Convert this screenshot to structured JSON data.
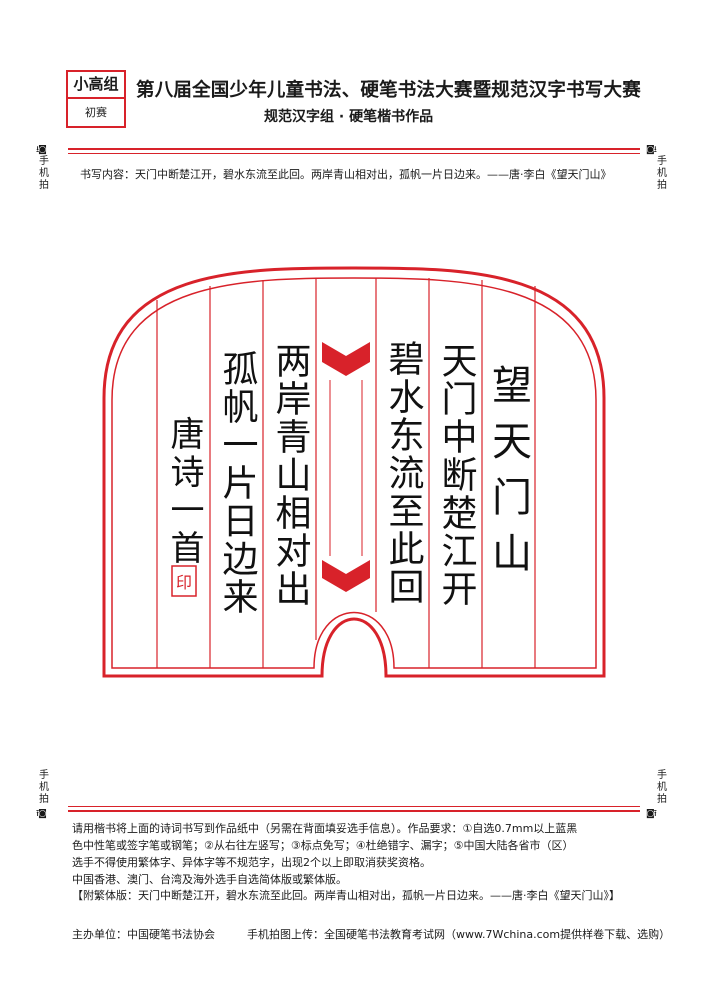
{
  "badge": {
    "group": "小高组",
    "stage": "初赛"
  },
  "header": {
    "title": "第八届全国少年儿童书法、硬笔书法大赛暨规范汉字书写大赛",
    "subtitle": "规范汉字组 · 硬笔楷书作品"
  },
  "side_markers": {
    "photo_label": "手机拍",
    "icons_top_left": "⭳◙",
    "icons_top_right": "◙⭳",
    "icons_bottom_left": "⭱◙",
    "icons_bottom_right": "◙⭱"
  },
  "content_line": "书写内容：天门中断楚江开，碧水东流至此回。两岸青山相对出，孤帆一片日边来。——唐·李白《望天门山》",
  "artwork": {
    "columns": [
      "望天门山",
      "天门中断楚江开",
      "碧水东流至此回",
      "两岸青山相对出",
      "孤帆一片日边来",
      "唐诗一首"
    ],
    "seal": "印"
  },
  "instructions": {
    "lines": [
      "请用楷书将上面的诗词书写到作品纸中（另需在背面填妥选手信息）。作品要求：①自选0.7mm以上蓝黑",
      "色中性笔或签字笔或钢笔；②从右往左竖写；③标点免写；④杜绝错字、漏字；⑤中国大陆各省市（区）",
      "选手不得使用繁体字、异体字等不规范字，出现2个以上即取消获奖资格。",
      "中国香港、澳门、台湾及海外选手自选简体版或繁体版。"
    ],
    "reference": "【附繁体版：天门中断楚江开，碧水东流至此回。两岸青山相对出，孤帆一片日边来。——唐·李白《望天门山》】"
  },
  "footer": {
    "host": "主办单位：中国硬笔书法协会",
    "upload": "手机拍图上传：全国硬笔书法教育考试网（www.7Wchina.com提供样卷下载、选购）"
  },
  "colors": {
    "accent": "#d8222a",
    "text": "#1a1a1a"
  }
}
